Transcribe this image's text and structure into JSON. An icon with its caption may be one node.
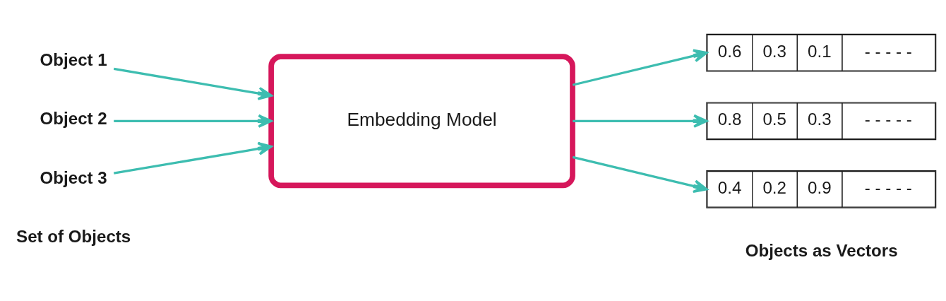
{
  "diagram": {
    "nodes": [
      {
        "text": [
          "Object 1"
        ]
      },
      {
        "text": [
          "Object 2"
        ]
      },
      {
        "text": [
          "Object 3"
        ]
      },
      {
        "text": [
          "Embedding Model"
        ]
      },
      {
        "text": [
          "0.6",
          "0.3",
          "0.1",
          "- - - - -"
        ]
      },
      {
        "text": [
          "0.8",
          "0.5",
          "0.3",
          "- - - - -"
        ]
      },
      {
        "text": [
          "0.4",
          "0.2",
          "0.9",
          "- - - - -"
        ]
      }
    ],
    "edges": [
      {
        "from": 0,
        "to": 3,
        "arrow": "to"
      },
      {
        "from": 1,
        "to": 3,
        "arrow": "to"
      },
      {
        "from": 2,
        "to": 3,
        "arrow": "to"
      },
      {
        "from": 3,
        "to": 4,
        "arrow": "to"
      },
      {
        "from": 3,
        "to": 5,
        "arrow": "to"
      },
      {
        "from": 3,
        "to": 6,
        "arrow": "to"
      }
    ],
    "labels": [
      "Set of Objects",
      "Objects as Vectors"
    ]
  }
}
